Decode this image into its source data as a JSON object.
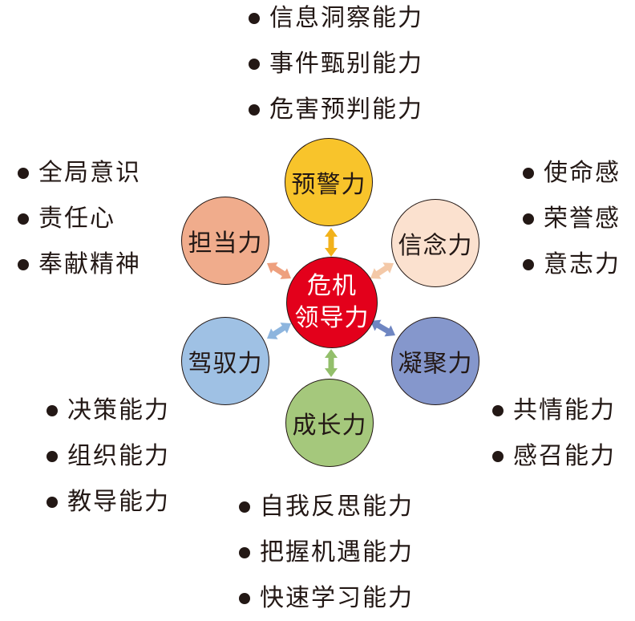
{
  "center": {
    "line1": "危机",
    "line2": "领导力",
    "color": "#e3001b"
  },
  "nodes": {
    "yujing": {
      "label": "预警力",
      "color": "#f8c42b"
    },
    "xinnian": {
      "label": "信念力",
      "color": "#fbe1cf"
    },
    "ningju": {
      "label": "凝聚力",
      "color": "#8597cc"
    },
    "chengzhang": {
      "label": "成长力",
      "color": "#a5c87c"
    },
    "jiayu": {
      "label": "驾驭力",
      "color": "#9fc1e4"
    },
    "dandang": {
      "label": "担当力",
      "color": "#f0ac8c"
    }
  },
  "lists": {
    "yujing": [
      "信息洞察能力",
      "事件甄别能力",
      "危害预判能力"
    ],
    "xinnian": [
      "使命感",
      "荣誉感",
      "意志力"
    ],
    "ningju": [
      "共情能力",
      "感召能力"
    ],
    "chengzhang": [
      "自我反思能力",
      "把握机遇能力",
      "快速学习能力"
    ],
    "jiayu": [
      "决策能力",
      "组织能力",
      "教导能力"
    ],
    "dandang": [
      "全局意识",
      "责任心",
      "奉献精神"
    ]
  },
  "arrow_colors": {
    "yujing": "#f2b21b",
    "xinnian": "#f4c9a8",
    "ningju": "#6f86c2",
    "chengzhang": "#93bf6b",
    "jiayu": "#8db5de",
    "dandang": "#eea07e"
  }
}
